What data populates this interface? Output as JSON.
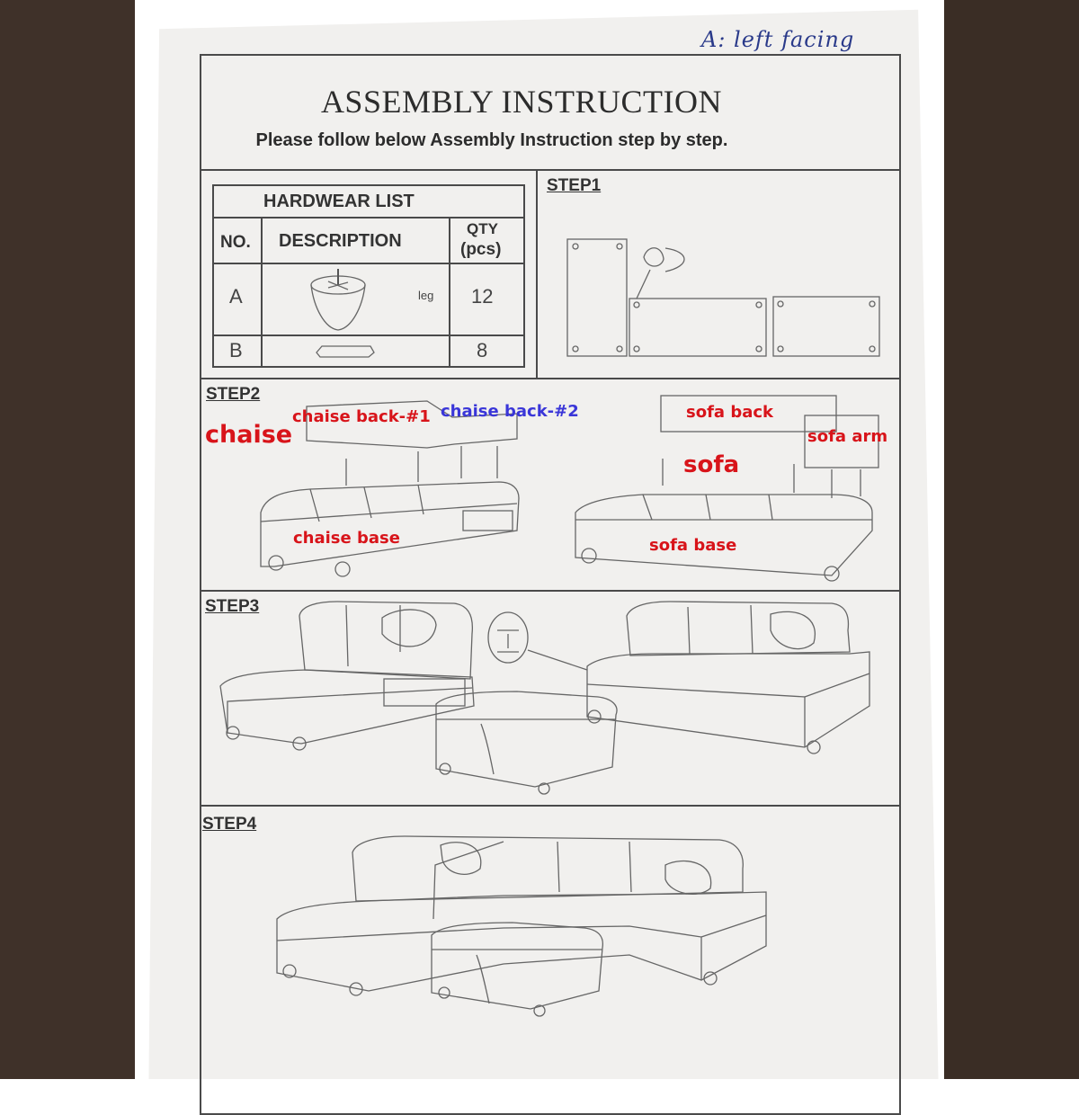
{
  "handwritten_note": "A: left facing",
  "title": "ASSEMBLY INSTRUCTION",
  "subtitle": "Please follow below Assembly Instruction step by step.",
  "hardware_list": {
    "heading": "HARDWEAR LIST",
    "columns": {
      "no": "NO.",
      "description": "DESCRIPTION",
      "qty_line1": "QTY",
      "qty_line2": "(pcs)"
    },
    "rows": [
      {
        "no": "A",
        "label": "leg",
        "qty": "12"
      },
      {
        "no": "B",
        "label": "",
        "qty": "8"
      }
    ]
  },
  "steps": {
    "step1": "STEP1",
    "step2": "STEP2",
    "step3": "STEP3",
    "step4": "STEP4"
  },
  "annotations": {
    "chaise": "chaise",
    "chaise_back_1": "chaise back-#1",
    "chaise_back_2": "chaise back-#2",
    "chaise_base": "chaise base",
    "sofa_back": "sofa back",
    "sofa_arm": "sofa arm",
    "sofa": "sofa",
    "sofa_base": "sofa base"
  },
  "colors": {
    "annotation_red": "#d8141a",
    "annotation_blue": "#3a36d8",
    "handwriting": "#2a3a8a"
  }
}
